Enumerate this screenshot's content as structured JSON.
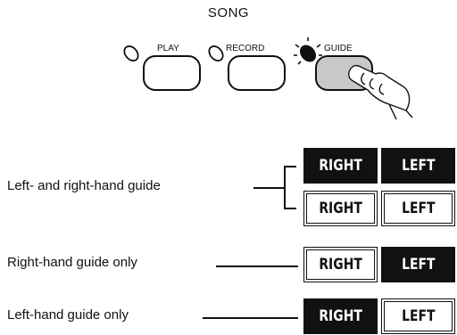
{
  "song": {
    "title": "SONG",
    "buttons": [
      {
        "label": "PLAY"
      },
      {
        "label": "RECORD"
      },
      {
        "label": "GUIDE"
      }
    ]
  },
  "guide_modes": [
    {
      "description": "Left- and right-hand guide",
      "displays": [
        {
          "right": "RIGHT",
          "left": "LEFT",
          "right_lit": true,
          "left_lit": true
        },
        {
          "right": "RIGHT",
          "left": "LEFT",
          "right_lit": false,
          "left_lit": false
        }
      ]
    },
    {
      "description": "Right-hand guide only",
      "displays": [
        {
          "right": "RIGHT",
          "left": "LEFT",
          "right_lit": false,
          "left_lit": true
        }
      ]
    },
    {
      "description": "Left-hand guide only",
      "displays": [
        {
          "right": "RIGHT",
          "left": "LEFT",
          "right_lit": true,
          "left_lit": false
        }
      ]
    }
  ],
  "colors": {
    "ink": "#111111",
    "paper": "#ffffff",
    "button_pressed": "#c8c8c8"
  }
}
